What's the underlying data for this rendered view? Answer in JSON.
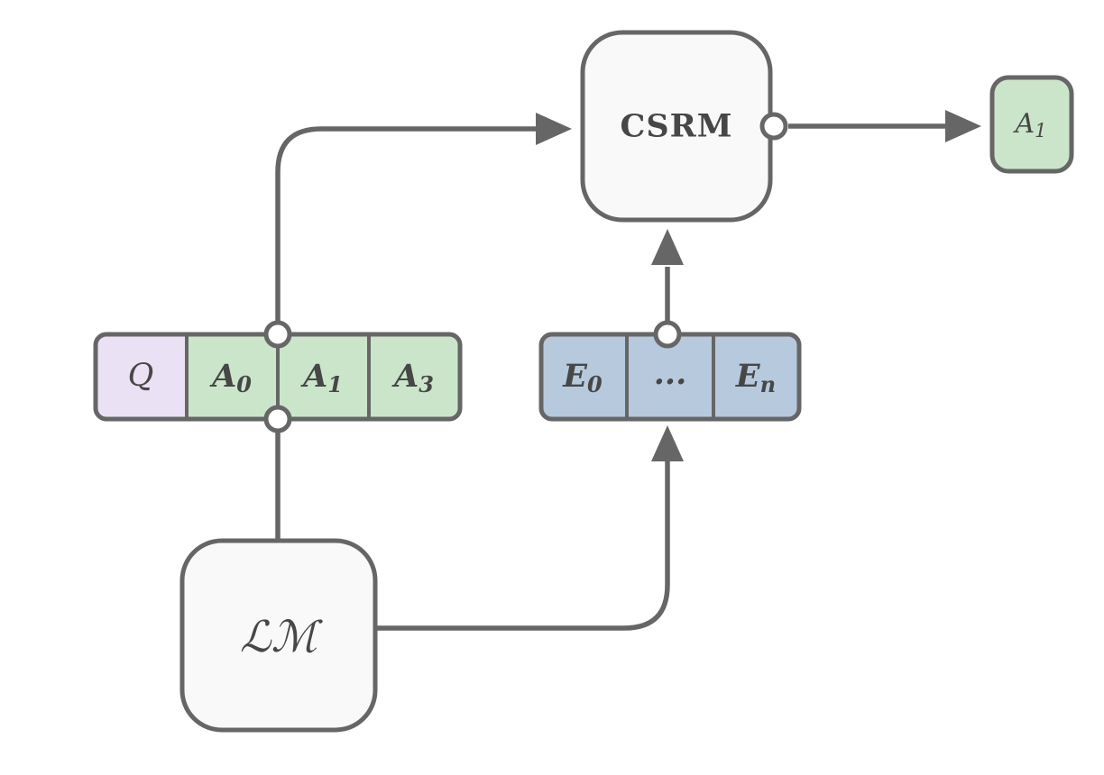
{
  "colors": {
    "line": "#666666",
    "node_fill": "#f9f9f9",
    "green": "#cbe5cb",
    "lavender": "#ebe1f5",
    "blue": "#b7c9dd",
    "connector_fill": "#ffffff",
    "text": "#474747"
  },
  "nodes": {
    "csrm": {
      "label": "CSRM"
    },
    "lm": {
      "label": "ℒℳ"
    },
    "output": {
      "label": "A",
      "sub": "1"
    }
  },
  "context_bar": {
    "cells": [
      {
        "label": "Q",
        "sub": ""
      },
      {
        "label": "A",
        "sub": "0"
      },
      {
        "label": "A",
        "sub": "1"
      },
      {
        "label": "A",
        "sub": "3"
      }
    ]
  },
  "evidence_bar": {
    "cells": [
      {
        "label": "E",
        "sub": "0"
      },
      {
        "label": "...",
        "sub": ""
      },
      {
        "label": "E",
        "sub": "n"
      }
    ]
  }
}
